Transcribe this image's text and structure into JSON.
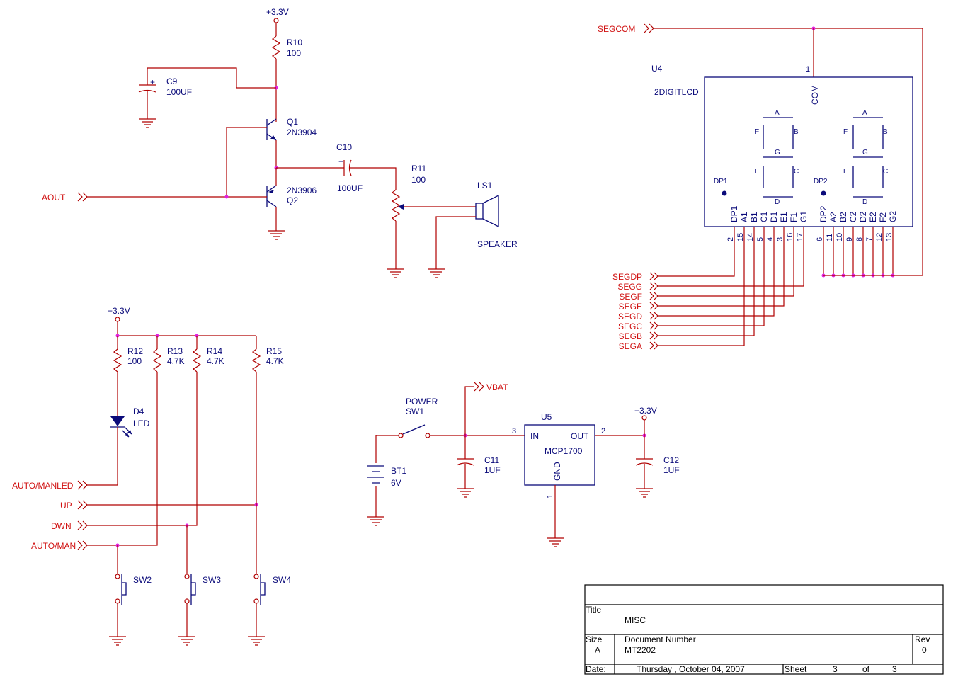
{
  "schematic": {
    "nets": {
      "vcc_top": "+3.3V",
      "vcc_left": "+3.3V",
      "vcc_reg": "+3.3V",
      "aout": "AOUT",
      "segcom": "SEGCOM",
      "segdp": "SEGDP",
      "segg": "SEGG",
      "segf": "SEGF",
      "sege": "SEGE",
      "segd": "SEGD",
      "segc": "SEGC",
      "segb": "SEGB",
      "sega": "SEGA",
      "auto_manled": "AUTO/MANLED",
      "up": "UP",
      "dwn": "DWN",
      "auto_man": "AUTO/MAN",
      "vbat": "VBAT"
    },
    "components": {
      "r10": {
        "ref": "R10",
        "value": "100"
      },
      "c9": {
        "ref": "C9",
        "value": "100UF",
        "plus": "+"
      },
      "q1": {
        "ref": "Q1",
        "value": "2N3904"
      },
      "q2": {
        "ref": "Q2",
        "value": "2N3906"
      },
      "c10": {
        "ref": "C10",
        "value": "100UF",
        "plus": "+"
      },
      "r11": {
        "ref": "R11",
        "value": "100"
      },
      "ls1": {
        "ref": "LS1",
        "value": "SPEAKER"
      },
      "r12": {
        "ref": "R12",
        "value": "100"
      },
      "r13": {
        "ref": "R13",
        "value": "4.7K"
      },
      "r14": {
        "ref": "R14",
        "value": "4.7K"
      },
      "r15": {
        "ref": "R15",
        "value": "4.7K"
      },
      "d4": {
        "ref": "D4",
        "value": "LED"
      },
      "sw1": {
        "ref": "SW1",
        "value": "POWER"
      },
      "bt1": {
        "ref": "BT1",
        "value": "6V"
      },
      "c11": {
        "ref": "C11",
        "value": "1UF"
      },
      "c12": {
        "ref": "C12",
        "value": "1UF"
      },
      "sw2": {
        "ref": "SW2"
      },
      "sw3": {
        "ref": "SW3"
      },
      "sw4": {
        "ref": "SW4"
      },
      "u5": {
        "ref": "U5",
        "part": "MCP1700",
        "in": "IN",
        "out": "OUT",
        "gnd": "GND",
        "pin_in": "3",
        "pin_out": "2",
        "pin_gnd": "1"
      },
      "u4": {
        "ref": "U4",
        "part": "2DIGITLCD",
        "com": "COM",
        "pin_com": "1",
        "dp1": "DP1",
        "dp2": "DP2",
        "segments": [
          "A",
          "B",
          "C",
          "D",
          "E",
          "F",
          "G"
        ],
        "pins_left": [
          {
            "name": "DP1",
            "num": "2"
          },
          {
            "name": "A1",
            "num": "15"
          },
          {
            "name": "B1",
            "num": "14"
          },
          {
            "name": "C1",
            "num": "5"
          },
          {
            "name": "D1",
            "num": "4"
          },
          {
            "name": "E1",
            "num": "3"
          },
          {
            "name": "F1",
            "num": "16"
          },
          {
            "name": "G1",
            "num": "17"
          }
        ],
        "pins_right": [
          {
            "name": "DP2",
            "num": "6"
          },
          {
            "name": "A2",
            "num": "11"
          },
          {
            "name": "B2",
            "num": "10"
          },
          {
            "name": "C2",
            "num": "9"
          },
          {
            "name": "D2",
            "num": "8"
          },
          {
            "name": "E2",
            "num": "7"
          },
          {
            "name": "F2",
            "num": "12"
          },
          {
            "name": "G2",
            "num": "13"
          }
        ]
      }
    }
  },
  "title_block": {
    "title_label": "Title",
    "title": "MISC",
    "size_label": "Size",
    "size": "A",
    "docnum_label": "Document Number",
    "docnum": "MT2202",
    "rev_label": "Rev",
    "rev": "0",
    "date_label": "Date:",
    "date": "Thursday , October 04, 2007",
    "sheet_label": "Sheet",
    "sheet": "3",
    "of_label": "of",
    "sheets": "3"
  },
  "colors": {
    "wire": "#b00000",
    "component": "#0b0b7a",
    "net_label": "#d01010",
    "junction": "#e020e0"
  }
}
